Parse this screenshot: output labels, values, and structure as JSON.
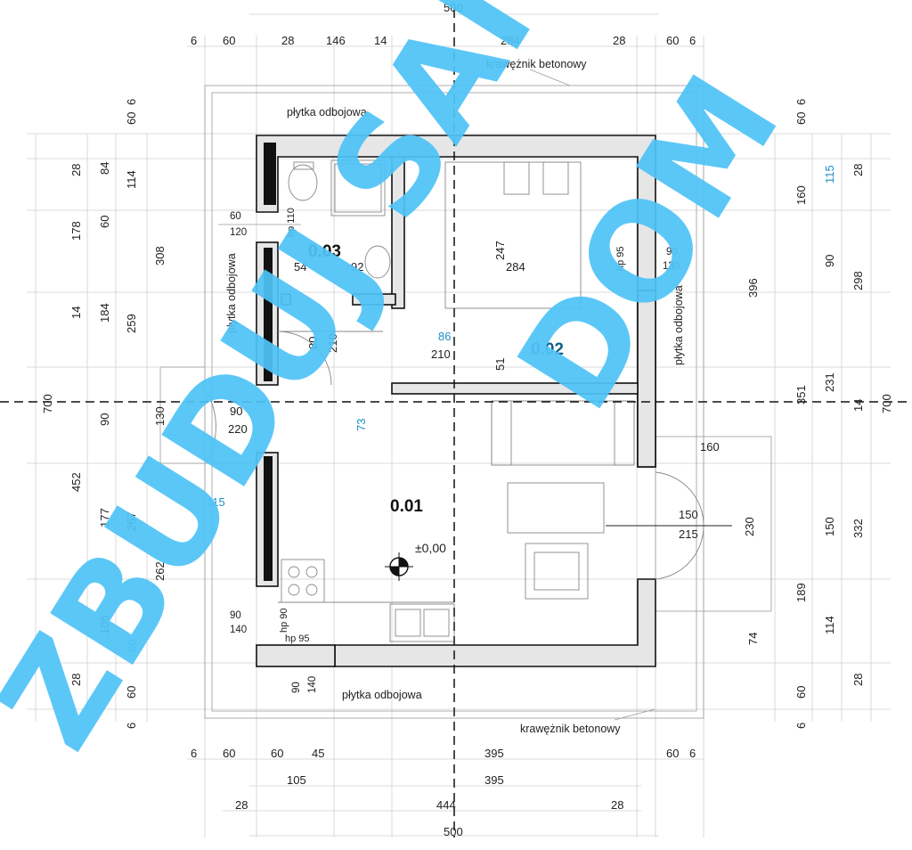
{
  "rooms": [
    {
      "id": "0.01",
      "label": "0.01"
    },
    {
      "id": "0.02",
      "label": "0.02"
    },
    {
      "id": "0.03",
      "label": "0.03"
    }
  ],
  "level_mark": "±0,00",
  "labels": {
    "plytka_top": "płytka odbojowa",
    "plytka_left": "płytka odbojowa",
    "plytka_right": "płytka odbojowa",
    "plytka_bottom": "płytka odbojowa",
    "kraweznik_top": "krawężnik betonowy",
    "kraweznik_bottom": "krawężnik betonowy"
  },
  "watermark": {
    "line1": "ZBUDUJ SAM",
    "line2": "DOM"
  },
  "dims": {
    "top_total": "500",
    "top_row": [
      "6",
      "60",
      "28",
      "146",
      "14",
      "284",
      "28",
      "60",
      "6"
    ],
    "bottom_row1": [
      "6",
      "60",
      "60",
      "45",
      "395",
      "60",
      "6"
    ],
    "bottom_row2": [
      "105",
      "395"
    ],
    "bottom_row3": [
      "28",
      "444",
      "28"
    ],
    "bottom_total": "500",
    "left_col1": [
      "6",
      "60",
      "28",
      "178",
      "14",
      "452",
      "28",
      "60",
      "6"
    ],
    "left_col2": [
      "84",
      "60",
      "184",
      "90",
      "177",
      "105",
      "60"
    ],
    "left_col3": [
      "114",
      "308",
      "259",
      "130",
      "267",
      "262"
    ],
    "left_total": "700",
    "right_col1": [
      "6",
      "60",
      "28",
      "115",
      "298",
      "14",
      "332",
      "28",
      "6",
      "60"
    ],
    "right_col2": [
      "160",
      "90",
      "231",
      "150",
      "114"
    ],
    "right_col3": [
      "396",
      "351",
      "189",
      "74"
    ],
    "right_total": "700",
    "right_top": [
      "60",
      "6"
    ]
  },
  "openings": {
    "w1": [
      "60",
      "120"
    ],
    "hp110": "hp 110",
    "r03_54": "54",
    "r03_92": "92",
    "d80": "80",
    "d210a": "210",
    "d86": "86",
    "d210b": "210",
    "d51": "51",
    "r02_247": "247",
    "r02_284": "284",
    "hp95a": "hp 95",
    "w2": [
      "90",
      "130"
    ],
    "door_main": [
      "90",
      "220"
    ],
    "d73": "73",
    "d115": "115",
    "d160": "160",
    "terrace": [
      "150",
      "215"
    ],
    "d230": "230",
    "w3": [
      "90",
      "140"
    ],
    "hp90": "hp 90",
    "hp95b": "hp 95",
    "w4": [
      "90",
      "140"
    ]
  }
}
